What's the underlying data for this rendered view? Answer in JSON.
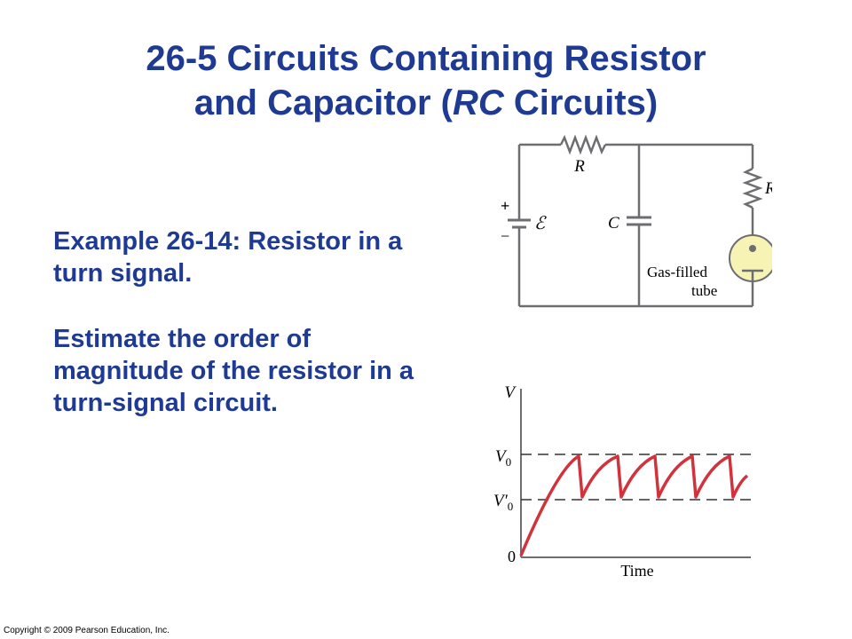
{
  "slide": {
    "title_line1": "26-5 Circuits Containing Resistor",
    "title_line2_pre": "and Capacitor (",
    "title_line2_ital": "RC",
    "title_line2_post": " Circuits)",
    "example_heading": "Example 26-14: Resistor in a turn signal.",
    "example_question": "Estimate the order of magnitude of the resistor in a turn-signal circuit.",
    "copyright": "Copyright © 2009 Pearson Education, Inc."
  },
  "circuit": {
    "resistor_label": "R",
    "resistor2_label": "R′",
    "capacitor_label": "C",
    "emf_label": "ℰ",
    "plus_sign": "+",
    "minus_sign": "−",
    "tube_label_line1": "Gas-filled",
    "tube_label_line2": "tube",
    "colors": {
      "wire": "#6d6e71",
      "tube": "#f7f3b5"
    }
  },
  "graph": {
    "y_axis_label": "V",
    "x_axis_label": "Time",
    "zero_label": "0",
    "v0_label": "V",
    "v0_sub": "0",
    "v0p_label": "V′",
    "v0p_sub": "0",
    "colors": {
      "curve": "#d2323c",
      "axis": "#6d6e71"
    }
  }
}
